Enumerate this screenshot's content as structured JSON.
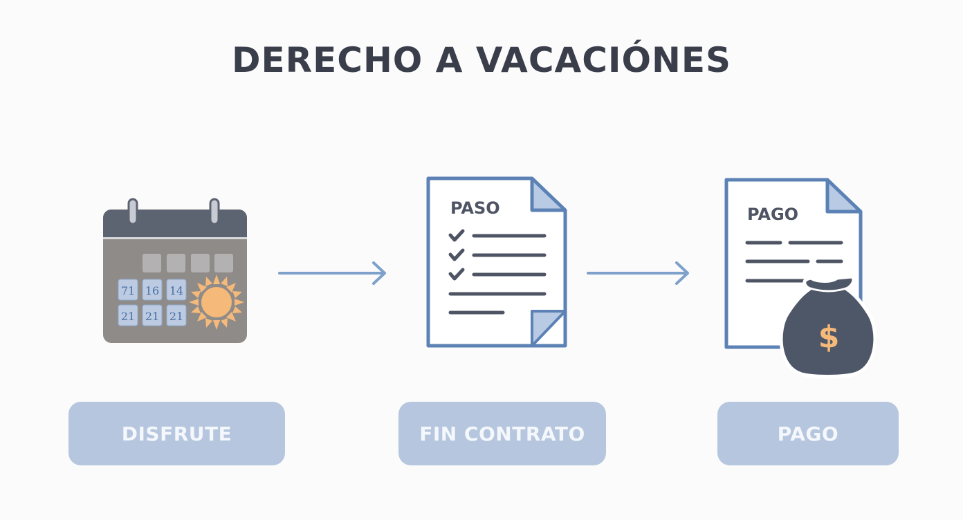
{
  "title": "DERECHO A VACACIÓNES",
  "steps": [
    {
      "label": "DISFRUTE",
      "icon": "calendar-sun-icon",
      "calendar_numbers": [
        "71",
        "16",
        "14",
        "21",
        "21",
        "21"
      ]
    },
    {
      "label": "FIN CONTRATO",
      "icon": "document-checklist-icon",
      "doc_title": "PASO"
    },
    {
      "label": "PAGO",
      "icon": "document-money-bag-icon",
      "doc_title": "PAGO",
      "currency_symbol": "$"
    }
  ],
  "colors": {
    "title": "#3a3e4a",
    "label_bg": "#b5c6de",
    "label_text": "#f4f7fb",
    "arrow": "#7ea1cb",
    "doc_border": "#5b81b5",
    "calendar_body": "#8f8b89",
    "calendar_header": "#5c6371",
    "sun": "#f5b97a",
    "money_bag": "#4e5768"
  }
}
